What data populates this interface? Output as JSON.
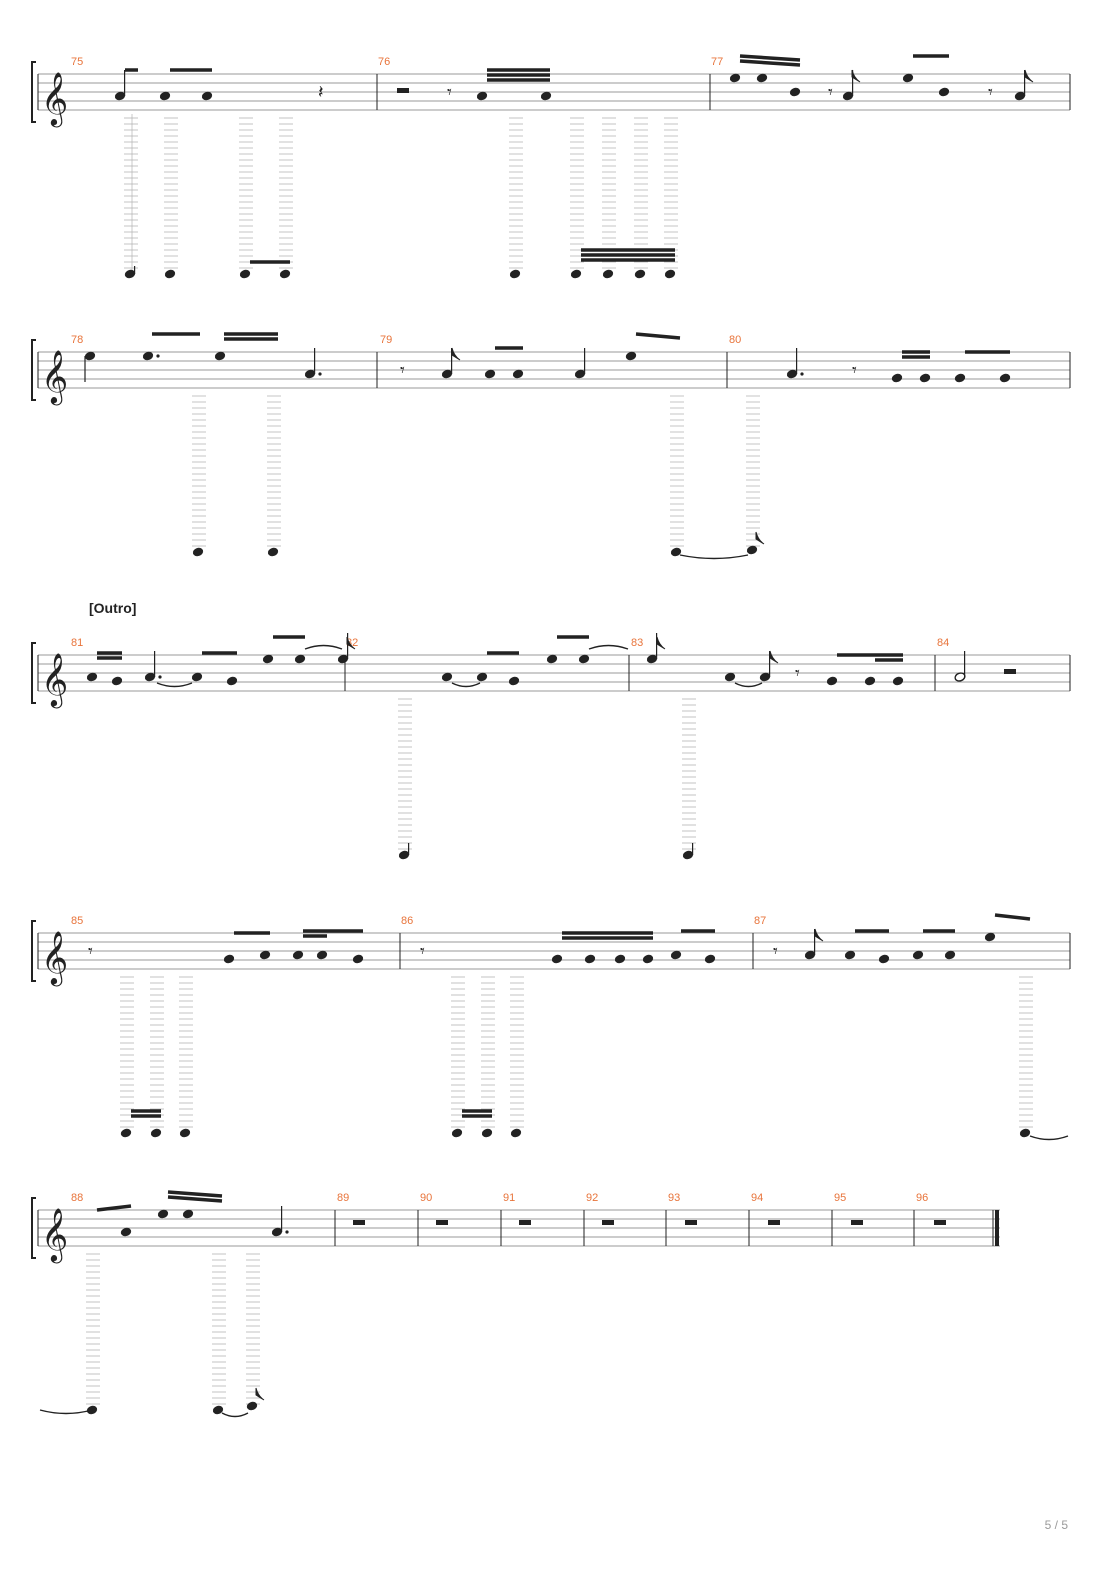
{
  "document": {
    "type": "sheet-music",
    "clef": "treble",
    "page_number": "5 / 5",
    "systems": [
      {
        "section_label": "",
        "measures": [
          "75",
          "76",
          "77"
        ]
      },
      {
        "section_label": "",
        "measures": [
          "78",
          "79",
          "80"
        ]
      },
      {
        "section_label": "[Outro]",
        "measures": [
          "81",
          "82",
          "83",
          "84"
        ]
      },
      {
        "section_label": "",
        "measures": [
          "85",
          "86",
          "87"
        ]
      },
      {
        "section_label": "",
        "measures": [
          "88",
          "89",
          "90",
          "91",
          "92",
          "93",
          "94",
          "95",
          "96"
        ]
      }
    ],
    "colors": {
      "measure_number": "#e8743b",
      "staff": "#9a9a9a",
      "notes": "#222222"
    }
  }
}
